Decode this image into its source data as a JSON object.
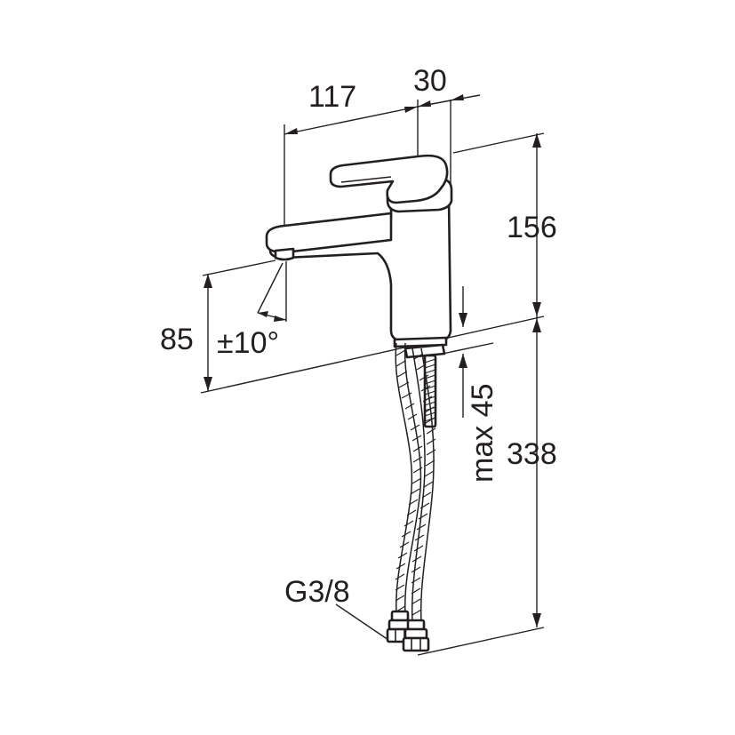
{
  "drawing": {
    "line_color": "#231f20",
    "background": "#ffffff",
    "dimensions": {
      "width_spout": "117",
      "width_body": "30",
      "height_top": "156",
      "height_spout": "85",
      "angle": "±10°",
      "max_thickness": "max 45",
      "height_hose": "338",
      "thread": "G3/8"
    }
  }
}
